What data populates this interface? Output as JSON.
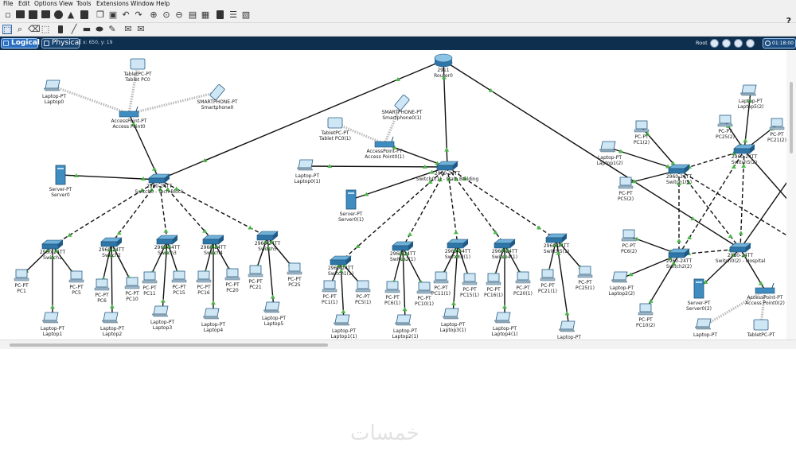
{
  "menu": [
    "File",
    "Edit",
    "Options",
    "View",
    "Tools",
    "Extensions",
    "Window",
    "Help"
  ],
  "toolbar": {
    "help_glyph": "?"
  },
  "workspace": {
    "logical_tab": "Logical",
    "physical_tab": "Physical",
    "coords": "x: 650, y: 19",
    "root": "Root",
    "time": "01:18:00"
  },
  "watermark": "خمسات",
  "topology": {
    "devices": [
      {
        "id": "router",
        "type": "router",
        "label": [
          "2911",
          "Router0"
        ]
      },
      {
        "id": "ap0",
        "type": "ap",
        "label": [
          "AccessPoint-PT",
          "Access Point0"
        ]
      },
      {
        "id": "tablet0",
        "type": "tablet",
        "label": [
          "TabletPC-PT",
          "Tablet PC0"
        ]
      },
      {
        "id": "laptop0",
        "type": "laptop",
        "label": [
          "Laptop-PT",
          "Laptop0"
        ]
      },
      {
        "id": "phone0",
        "type": "phone",
        "label": [
          "SMARTPHONE-PT",
          "Smartphone0"
        ]
      },
      {
        "id": "server0",
        "type": "server",
        "label": [
          "Server-PT",
          "Server0"
        ]
      },
      {
        "id": "sw0",
        "type": "switch",
        "label": [
          "2960-24TT",
          "Switch0 - Tech Block"
        ]
      },
      {
        "id": "sw1",
        "type": "switch",
        "label": [
          "2960-24TT",
          "Switch1"
        ]
      },
      {
        "id": "sw2",
        "type": "switch",
        "label": [
          "2960-24TT",
          "Switch2"
        ]
      },
      {
        "id": "sw3",
        "type": "switch",
        "label": [
          "2960-24TT",
          "Switch3"
        ]
      },
      {
        "id": "sw4",
        "type": "switch",
        "label": [
          "2960-24TT",
          "Switch4"
        ]
      },
      {
        "id": "sw5",
        "type": "switch",
        "label": [
          "2960-24TT",
          "Switch5"
        ]
      },
      {
        "id": "pc1",
        "type": "pc",
        "label": [
          "PC-PT",
          "PC1"
        ]
      },
      {
        "id": "pc5",
        "type": "pc",
        "label": [
          "PC-PT",
          "PC5"
        ]
      },
      {
        "id": "pc6",
        "type": "pc",
        "label": [
          "PC-PT",
          "PC6"
        ]
      },
      {
        "id": "pc10",
        "type": "pc",
        "label": [
          "PC-PT",
          "PC10"
        ]
      },
      {
        "id": "pc11",
        "type": "pc",
        "label": [
          "PC-PT",
          "PC11"
        ]
      },
      {
        "id": "pc15",
        "type": "pc",
        "label": [
          "PC-PT",
          "PC15"
        ]
      },
      {
        "id": "pc16",
        "type": "pc",
        "label": [
          "PC-PT",
          "PC16"
        ]
      },
      {
        "id": "pc20",
        "type": "pc",
        "label": [
          "PC-PT",
          "PC20"
        ]
      },
      {
        "id": "pc21",
        "type": "pc",
        "label": [
          "PC-PT",
          "PC21"
        ]
      },
      {
        "id": "pc25",
        "type": "pc",
        "label": [
          "PC-PT",
          "PC25"
        ]
      },
      {
        "id": "laptop1",
        "type": "laptop",
        "label": [
          "Laptop-PT",
          "Laptop1"
        ]
      },
      {
        "id": "laptop2",
        "type": "laptop",
        "label": [
          "Laptop-PT",
          "Laptop2"
        ]
      },
      {
        "id": "laptop3",
        "type": "laptop",
        "label": [
          "Laptop-PT",
          "Laptop3"
        ]
      },
      {
        "id": "laptop4",
        "type": "laptop",
        "label": [
          "Laptop-PT",
          "Laptop4"
        ]
      },
      {
        "id": "laptop5",
        "type": "laptop",
        "label": [
          "Laptop-PT",
          "Laptop5"
        ]
      },
      {
        "id": "ap01",
        "type": "ap",
        "label": [
          "AccessPoint-PT",
          "Access Point0(1)"
        ]
      },
      {
        "id": "tablet01",
        "type": "tablet",
        "label": [
          "TabletPC-PT",
          "Tablet PC0(1)"
        ]
      },
      {
        "id": "phone01",
        "type": "phone",
        "label": [
          "SMARTPHONE-PT",
          "Smartphone0(1)"
        ]
      },
      {
        "id": "laptop01",
        "type": "laptop",
        "label": [
          "Laptop-PT",
          "Laptop0(1)"
        ]
      },
      {
        "id": "server01",
        "type": "server",
        "label": [
          "Server-PT",
          "Server0(1)"
        ]
      },
      {
        "id": "sw01",
        "type": "switch",
        "label": [
          "2960-24TT",
          "Switch0(1) - Main Building"
        ]
      },
      {
        "id": "sw11",
        "type": "switch",
        "label": [
          "2960-24TT",
          "Switch1(1)"
        ]
      },
      {
        "id": "sw21",
        "type": "switch",
        "label": [
          "2960-24TT",
          "Switch2(1)"
        ]
      },
      {
        "id": "sw31",
        "type": "switch",
        "label": [
          "2960-24TT",
          "Switch3(1)"
        ]
      },
      {
        "id": "sw41",
        "type": "switch",
        "label": [
          "2960-24TT",
          "Switch4(1)"
        ]
      },
      {
        "id": "sw51",
        "type": "switch",
        "label": [
          "2960-24TT",
          "Switch5(1)"
        ]
      },
      {
        "id": "pc11b",
        "type": "pc",
        "label": [
          "PC-PT",
          "PC1(1)"
        ]
      },
      {
        "id": "pc51",
        "type": "pc",
        "label": [
          "PC-PT",
          "PC5(1)"
        ]
      },
      {
        "id": "pc61",
        "type": "pc",
        "label": [
          "PC-PT",
          "PC6(1)"
        ]
      },
      {
        "id": "pc101",
        "type": "pc",
        "label": [
          "PC-PT",
          "PC10(1)"
        ]
      },
      {
        "id": "pc111",
        "type": "pc",
        "label": [
          "PC-PT",
          "PC11(1)"
        ]
      },
      {
        "id": "pc151",
        "type": "pc",
        "label": [
          "PC-PT",
          "PC15(1)"
        ]
      },
      {
        "id": "pc161",
        "type": "pc",
        "label": [
          "PC-PT",
          "PC16(1)"
        ]
      },
      {
        "id": "pc201",
        "type": "pc",
        "label": [
          "PC-PT",
          "PC20(1)"
        ]
      },
      {
        "id": "pc211",
        "type": "pc",
        "label": [
          "PC-PT",
          "PC21(1)"
        ]
      },
      {
        "id": "pc251",
        "type": "pc",
        "label": [
          "PC-PT",
          "PC25(1)"
        ]
      },
      {
        "id": "laptop11",
        "type": "laptop",
        "label": [
          "Laptop-PT",
          "Laptop1(1)"
        ]
      },
      {
        "id": "laptop21",
        "type": "laptop",
        "label": [
          "Laptop-PT",
          "Laptop2(1)"
        ]
      },
      {
        "id": "laptop31",
        "type": "laptop",
        "label": [
          "Laptop-PT",
          "Laptop3(1)"
        ]
      },
      {
        "id": "laptop41",
        "type": "laptop",
        "label": [
          "Laptop-PT",
          "Laptop4(1)"
        ]
      },
      {
        "id": "laptop51",
        "type": "laptop",
        "label": [
          "Laptop-PT",
          ""
        ]
      },
      {
        "id": "sw12",
        "type": "switch",
        "label": [
          "2960-24TT",
          "Switch1(2)"
        ]
      },
      {
        "id": "sw52",
        "type": "switch",
        "label": [
          "2960-24TT",
          "Switch5(2)"
        ]
      },
      {
        "id": "sw22",
        "type": "switch",
        "label": [
          "2960-24TT",
          "Switch2(2)"
        ]
      },
      {
        "id": "sw02",
        "type": "switch",
        "label": [
          "2960-24TT",
          "Switch0(2) - Hospital"
        ]
      },
      {
        "id": "pc12",
        "type": "pc",
        "label": [
          "PC-PT",
          "PC1(2)"
        ]
      },
      {
        "id": "pc52",
        "type": "pc",
        "label": [
          "PC-PT",
          "PC5(2)"
        ]
      },
      {
        "id": "laptop12",
        "type": "laptop",
        "label": [
          "Laptop-PT",
          "Laptop1(2)"
        ]
      },
      {
        "id": "laptop52",
        "type": "laptop",
        "label": [
          "Laptop-PT",
          "Laptop5(2)"
        ]
      },
      {
        "id": "pc252",
        "type": "pc",
        "label": [
          "PC-PT",
          "PC25(2)"
        ]
      },
      {
        "id": "pc212",
        "type": "pc",
        "label": [
          "PC-PT",
          "PC21(2)"
        ]
      },
      {
        "id": "pc62",
        "type": "pc",
        "label": [
          "PC-PT",
          "PC6(2)"
        ]
      },
      {
        "id": "laptop22",
        "type": "laptop",
        "label": [
          "Laptop-PT",
          "Laptop2(2)"
        ]
      },
      {
        "id": "pc102",
        "type": "pc",
        "label": [
          "PC-PT",
          "PC10(2)"
        ]
      },
      {
        "id": "server02",
        "type": "server",
        "label": [
          "Server-PT",
          "Server0(2)"
        ]
      },
      {
        "id": "ap02",
        "type": "ap",
        "label": [
          "AccessPoint-PT",
          "Access Point0(2)"
        ]
      },
      {
        "id": "laptop02",
        "type": "laptop",
        "label": [
          "Laptop-PT",
          ""
        ]
      },
      {
        "id": "tablet02",
        "type": "tablet",
        "label": [
          "TabletPC-PT",
          ""
        ]
      }
    ]
  }
}
